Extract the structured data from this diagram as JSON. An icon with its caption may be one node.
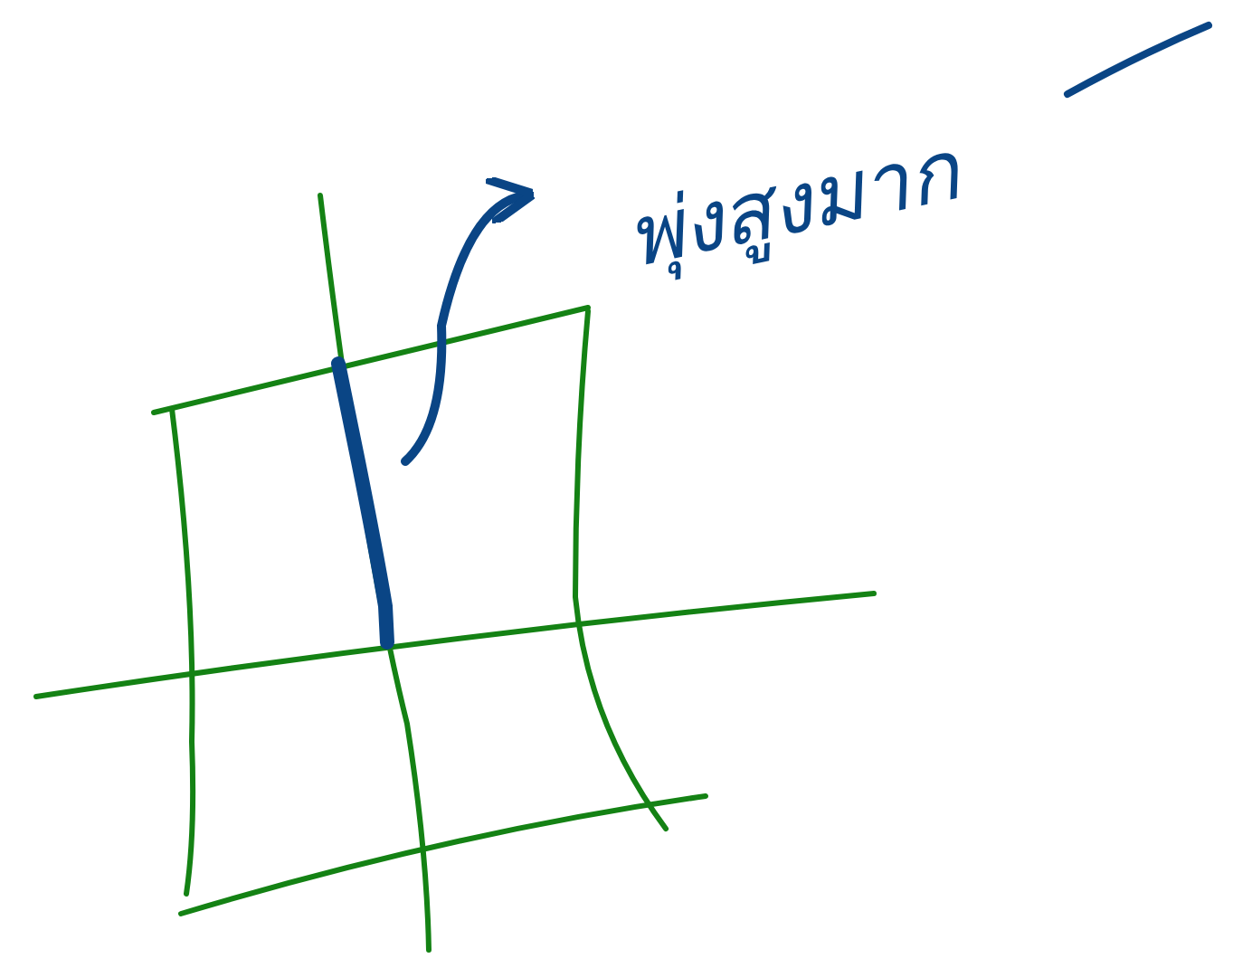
{
  "diagram": {
    "nodes": [
      {
        "text": [
          "พุ่งสูงมาก"
        ]
      },
      {
        "text": [],
        "shape": "bar"
      }
    ],
    "edges": [
      {
        "from": 1,
        "to": 0,
        "arrow": "to"
      }
    ]
  }
}
